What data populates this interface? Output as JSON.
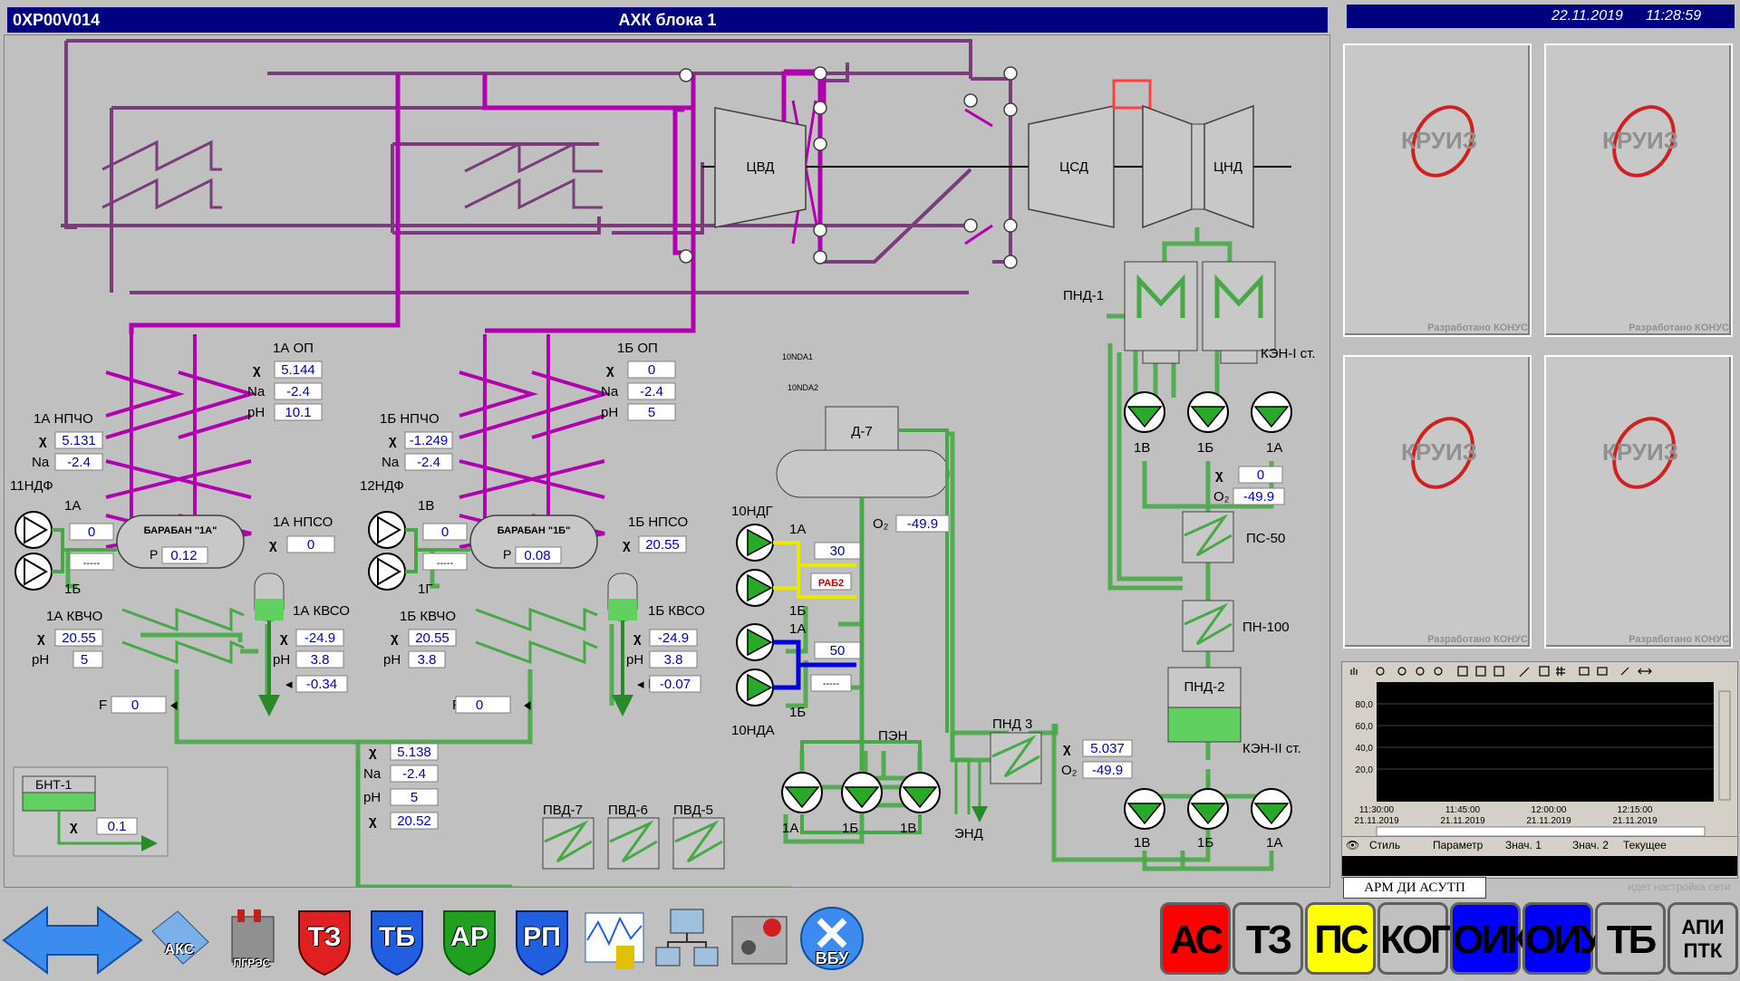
{
  "window": {
    "code": "0XP00V014",
    "title": "АХК блока 1"
  },
  "clock": {
    "date": "22.11.2019",
    "time": "11:28:59"
  },
  "turbine": {
    "hp": "ЦВД",
    "ip": "ЦСД",
    "lp": "ЦНД"
  },
  "op_1a": {
    "label": "1А ОП",
    "chi": "5.144",
    "na": "-2.4",
    "ph": "10.1"
  },
  "op_1b": {
    "label": "1Б ОП",
    "chi": "0",
    "na": "-2.4",
    "ph": "5"
  },
  "npcho_1a": {
    "label": "1А НПЧО",
    "chi": "5.131",
    "na": "-2.4"
  },
  "npcho_1b": {
    "label": "1Б НПЧО",
    "chi": "-1.249",
    "na": "-2.4"
  },
  "ndf_11": {
    "label": "11НДФ",
    "pump_top": "1А",
    "pump_bottom": "1Б",
    "value": "0",
    "box": "-----"
  },
  "ndf_12": {
    "label": "12НДФ",
    "pump_top": "1В",
    "pump_bottom": "1Г",
    "value": "0",
    "box": "-----"
  },
  "drum_1a": {
    "label": "БАРАБАН \"1А\"",
    "p": "0.12"
  },
  "drum_1b": {
    "label": "БАРАБАН \"1Б\"",
    "p": "0.08"
  },
  "npso_1a": {
    "label": "1А НПСО",
    "chi": "0"
  },
  "npso_1b": {
    "label": "1Б НПСО",
    "chi": "20.55"
  },
  "kvcho_1a": {
    "label": "1А КВЧО",
    "chi": "20.55",
    "ph": "5",
    "f": "0"
  },
  "kvcho_1b": {
    "label": "1Б КВЧО",
    "chi": "20.55",
    "ph": "3.8",
    "f": "0"
  },
  "kvso_1a": {
    "label": "1А КВСО",
    "chi": "-24.9",
    "ph": "3.8",
    "f": "-0.34"
  },
  "kvso_1b": {
    "label": "1Б КВСО",
    "chi": "-24.9",
    "ph": "3.8",
    "f": "-0.07"
  },
  "feed": {
    "chi": "5.138",
    "na": "-2.4",
    "ph": "5",
    "chi2": "20.52"
  },
  "bnt": {
    "label": "БНТ-1",
    "chi": "0.1"
  },
  "pvd": {
    "p7": "ПВД-7",
    "p6": "ПВД-6",
    "p5": "ПВД-5"
  },
  "deaerator": {
    "label": "Д-7",
    "o2": "-49.9",
    "tag1": "10NDA1",
    "tag2": "10NDA2"
  },
  "ndg": {
    "label": "10НДГ",
    "p1": "1А",
    "p2": "1Б",
    "value": "30",
    "status": "РАБ2"
  },
  "nda": {
    "label": "10НДА",
    "p1": "1А",
    "p2": "1Б",
    "value": "50",
    "box": "-----"
  },
  "pen": {
    "label": "ПЭН",
    "p1": "1А",
    "p2": "1Б",
    "p3": "1В"
  },
  "pnd3": {
    "label": "ПНД 3",
    "end": "ЭНД"
  },
  "pnd1": {
    "label": "ПНД-1"
  },
  "ken1": {
    "label": "КЭН-I ст.",
    "p1": "1В",
    "p2": "1Б",
    "p3": "1А",
    "chi": "0",
    "o2": "-49.9"
  },
  "ps50": {
    "label": "ПС-50"
  },
  "pn100": {
    "label": "ПН-100"
  },
  "pnd2": {
    "label": "ПНД-2",
    "chi": "5.037",
    "o2": "-49.9"
  },
  "ken2": {
    "label": "КЭН-II ст.",
    "p1": "1В",
    "p2": "1Б",
    "p3": "1А"
  },
  "panels": {
    "logo": "КРУИЗ",
    "dev": "Разработано КОНУС"
  },
  "trend": {
    "yticks": [
      "80,0",
      "60,0",
      "40,0",
      "20,0"
    ],
    "xticks": [
      {
        "time": "11:30:00",
        "date": "21.11.2019"
      },
      {
        "time": "11:45:00",
        "date": "21.11.2019"
      },
      {
        "time": "12:00:00",
        "date": "21.11.2019"
      },
      {
        "time": "12:15:00",
        "date": "21.11.2019"
      }
    ],
    "cols": [
      "Стиль",
      "Параметр",
      "Знач. 1",
      "Знач. 2",
      "Текущее"
    ]
  },
  "arm": "АРМ ДИ АСУТП",
  "net_hint": "идет настройка сети",
  "taskbar": {
    "icons": [
      "АКС",
      "ПГРЭС",
      "ТЗ",
      "ТБ",
      "АР",
      "РП",
      "",
      "",
      "",
      "ВБУ"
    ],
    "alarms": [
      {
        "label": "АС",
        "bg": "#ff0000",
        "fg": "#000000"
      },
      {
        "label": "ТЗ",
        "bg": "#c0c0c0",
        "fg": "#000000"
      },
      {
        "label": "ПС",
        "bg": "#ffff00",
        "fg": "#000000"
      },
      {
        "label": "КОП",
        "bg": "#c0c0c0",
        "fg": "#000000"
      },
      {
        "label": "ОИК",
        "bg": "#0000ff",
        "fg": "#000000"
      },
      {
        "label": "ОИУ",
        "bg": "#0000ff",
        "fg": "#000000"
      },
      {
        "label": "ТБ",
        "bg": "#c0c0c0",
        "fg": "#000000"
      },
      {
        "label": "АПИ ПТК",
        "bg": "#c0c0c0",
        "fg": "#000000"
      }
    ]
  }
}
